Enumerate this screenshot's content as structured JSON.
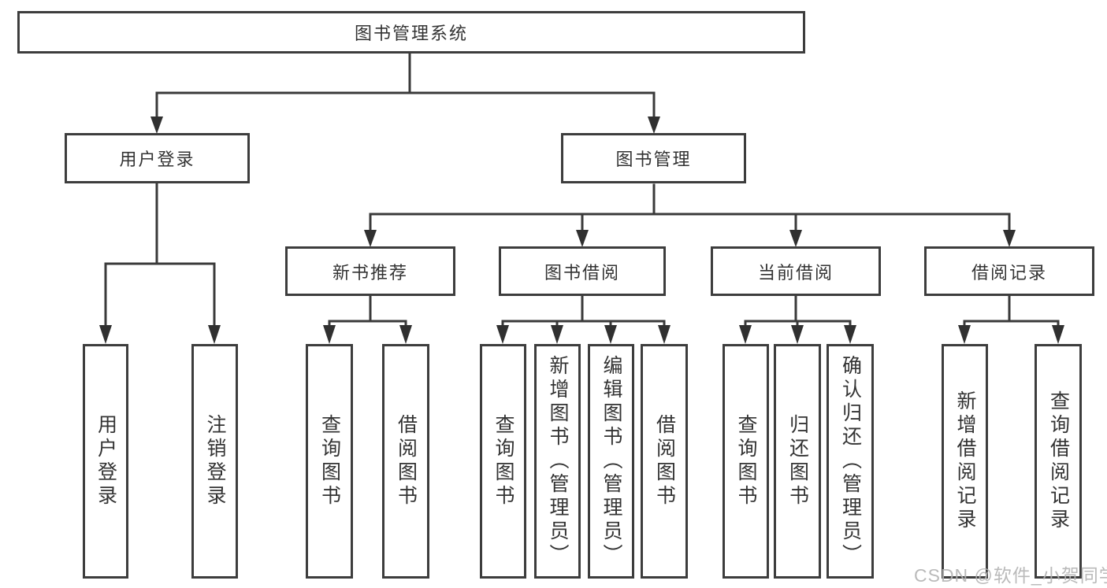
{
  "diagram": {
    "root": {
      "label": "图书管理系统"
    },
    "level2": [
      {
        "label": "用户登录"
      },
      {
        "label": "图书管理"
      }
    ],
    "level3": [
      {
        "label": "新书推荐"
      },
      {
        "label": "图书借阅"
      },
      {
        "label": "当前借阅"
      },
      {
        "label": "借阅记录"
      }
    ],
    "leaves": {
      "user_login": [
        {
          "label": "用户登录"
        },
        {
          "label": "注销登录"
        }
      ],
      "new_book_recommend": [
        {
          "label": "查询图书"
        },
        {
          "label": "借阅图书"
        }
      ],
      "book_borrow": [
        {
          "label": "查询图书"
        },
        {
          "label": "新增图书（管理员）"
        },
        {
          "label": "编辑图书（管理员）"
        },
        {
          "label": "借阅图书"
        }
      ],
      "current_borrow": [
        {
          "label": "查询图书"
        },
        {
          "label": "归还图书"
        },
        {
          "label": "确认归还（管理员）"
        }
      ],
      "borrow_records": [
        {
          "label": "新增借阅记录"
        },
        {
          "label": "查询借阅记录"
        }
      ]
    }
  },
  "watermark": {
    "text": "CSDN @软件_小贺同学"
  },
  "colors": {
    "line": "#3a3a3a",
    "box_border": "#3d3d3d",
    "box_fill": "#ffffff",
    "text": "#333333",
    "watermark": "#b3b3b3"
  }
}
